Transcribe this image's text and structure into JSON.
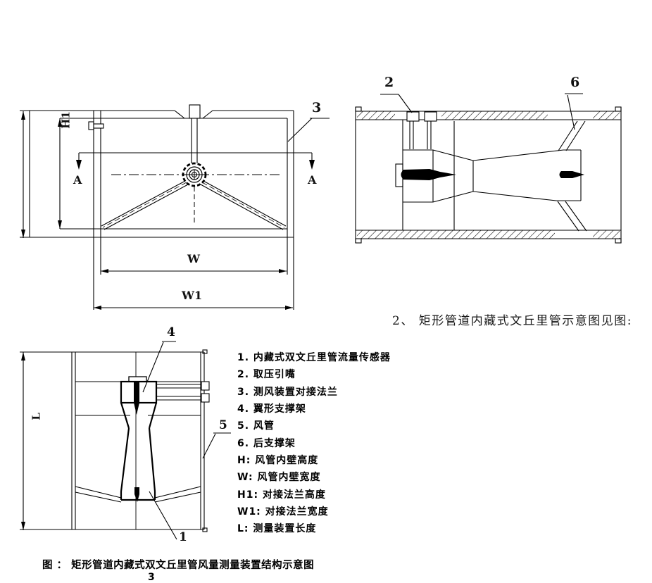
{
  "labels": {
    "front": {
      "callout_3": "3",
      "section_a": "A",
      "dim_h1": "H1",
      "dim_w": "W",
      "dim_w1": "W1"
    },
    "side": {
      "callout_2": "2",
      "callout_6": "6"
    },
    "section": {
      "callout_4": "4",
      "callout_5": "5",
      "callout_1": "1",
      "dim_l": "L"
    }
  },
  "legend": {
    "items": [
      "1. 内藏式双文丘里管流量传感器",
      "2. 取压引嘴",
      "3. 测风装置对接法兰",
      "4. 翼形支撑架",
      "5. 风管",
      "6. 后支撑架",
      "H: 风管内壁高度",
      "W: 风管内壁宽度",
      "H1: 对接法兰高度",
      "W1: 对接法兰宽度",
      "L: 测量装置长度"
    ]
  },
  "note_right": "2、 矩形管道内藏式文丘里管示意图见图:",
  "caption": "图 ：  矩形管道内藏式双文丘里管风量测量装置结构示意图",
  "page_number": "3",
  "colors": {
    "line": "#000000",
    "background": "#ffffff"
  }
}
